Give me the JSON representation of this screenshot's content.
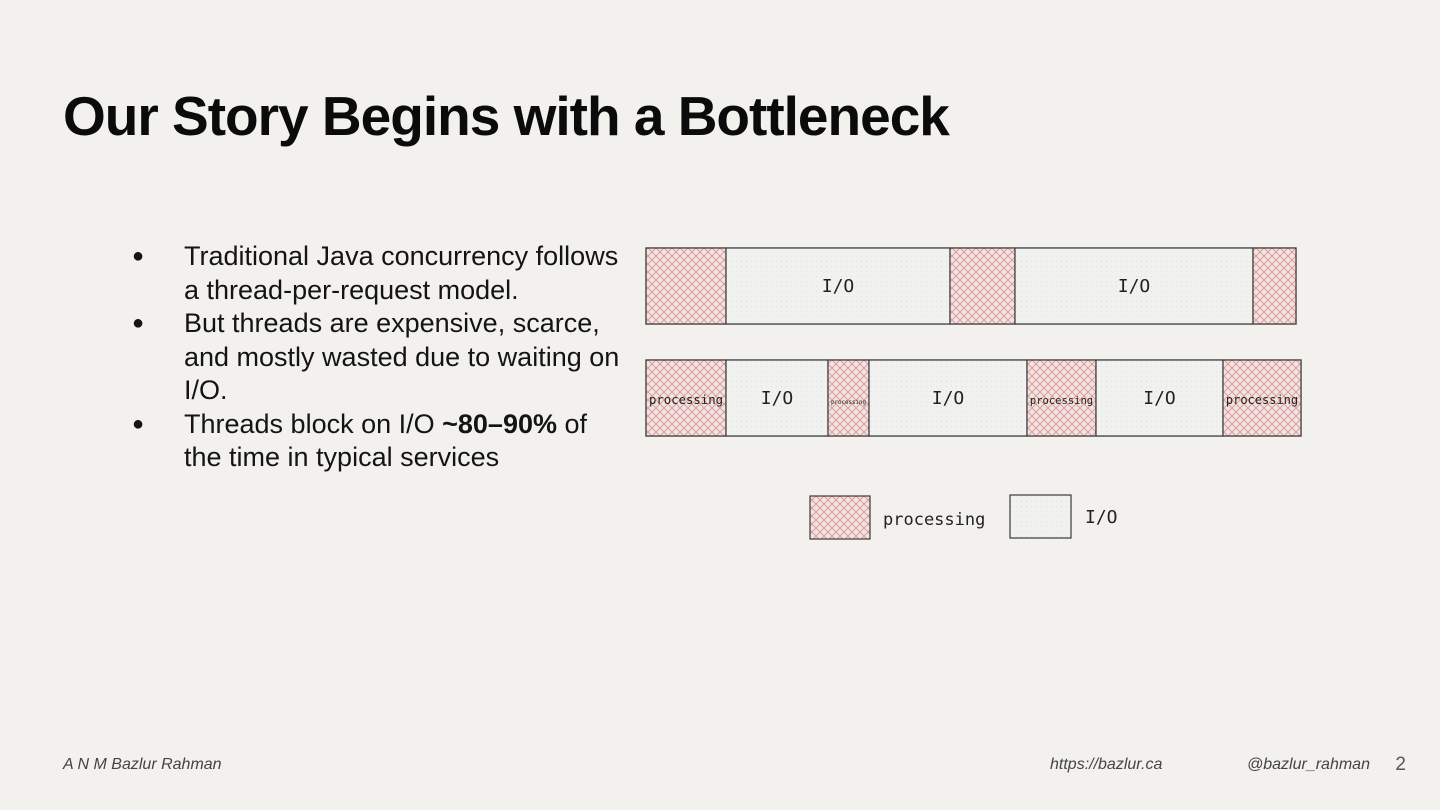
{
  "slide": {
    "title": "Our Story Begins with a Bottleneck",
    "bullets": [
      {
        "text": "Traditional Java concurrency follows a thread-per-request model."
      },
      {
        "text": "But threads are expensive, scarce, and mostly wasted due to waiting on I/O."
      },
      {
        "text_before": "Threads block on I/O ",
        "bold": "~80–90%",
        "text_after": " of the time in typical services"
      }
    ],
    "bullet_glyph": "●"
  },
  "diagram": {
    "row1": [
      {
        "kind": "processing",
        "label": ""
      },
      {
        "kind": "io",
        "label": "I/O"
      },
      {
        "kind": "processing",
        "label": ""
      },
      {
        "kind": "io",
        "label": "I/O"
      },
      {
        "kind": "processing",
        "label": ""
      }
    ],
    "row2": [
      {
        "kind": "processing",
        "label": "processing"
      },
      {
        "kind": "io",
        "label": "I/O"
      },
      {
        "kind": "processing",
        "label": "processing"
      },
      {
        "kind": "io",
        "label": "I/O"
      },
      {
        "kind": "processing",
        "label": "processing"
      },
      {
        "kind": "io",
        "label": "I/O"
      },
      {
        "kind": "processing",
        "label": "processing"
      }
    ],
    "legend": {
      "processing_label": "processing",
      "io_label": "I/O"
    },
    "colors": {
      "processing_hatch": "#d59898",
      "processing_fill": "#f3e2e0",
      "io_fill": "#f1f1f0",
      "stroke": "#3a3a3a"
    }
  },
  "footer": {
    "author": "A N M Bazlur Rahman",
    "website": "https://bazlur.ca",
    "handle": "@bazlur_rahman",
    "page_number": "2"
  }
}
